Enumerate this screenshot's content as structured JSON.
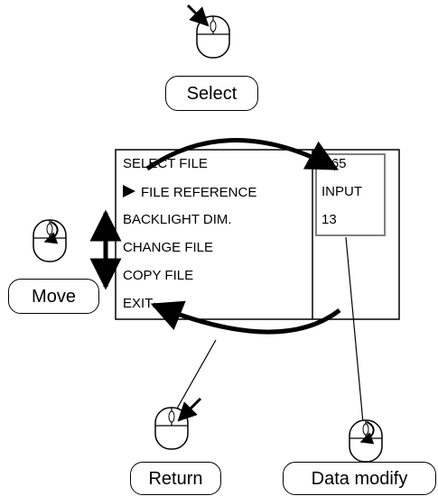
{
  "labels": {
    "select": "Select",
    "move": "Move",
    "return": "Return",
    "data_modify": "Data modify"
  },
  "menu": {
    "items": [
      {
        "label": "SELECT FILE",
        "selected": false
      },
      {
        "label": "FILE REFERENCE",
        "selected": true
      },
      {
        "label": "BACKLIGHT DIM.",
        "selected": false
      },
      {
        "label": "CHANGE FILE",
        "selected": false
      },
      {
        "label": "COPY FILE",
        "selected": false
      },
      {
        "label": "EXIT",
        "selected": false
      }
    ]
  },
  "values": {
    "items": [
      "D65",
      "INPUT",
      "13"
    ]
  },
  "colors": {
    "value_box_border": "#808080",
    "line": "#000000"
  }
}
